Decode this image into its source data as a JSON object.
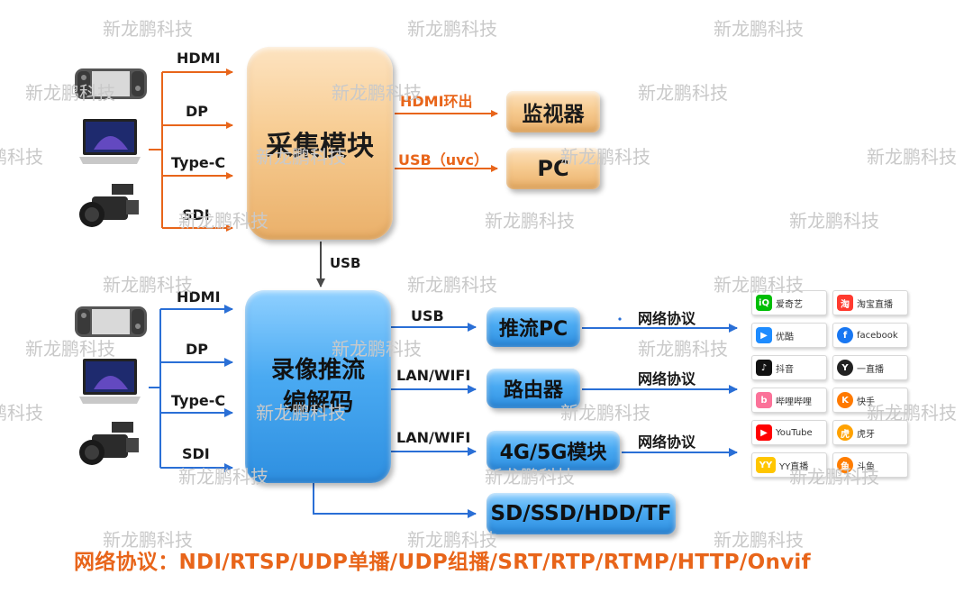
{
  "watermark_text": "新龙鹏科技",
  "top_section": {
    "inputs": [
      "HDMI",
      "DP",
      "Type-C",
      "SDI"
    ],
    "capture_module": "采集模块",
    "hdmi_loop_label": "HDMI环出",
    "usb_uvc_label": "USB（uvc）",
    "monitor": "监视器",
    "pc": "PC"
  },
  "link_label": "USB",
  "bottom_section": {
    "inputs": [
      "HDMI",
      "DP",
      "Type-C",
      "SDI"
    ],
    "codec_line1": "录像推流",
    "codec_line2": "编解码",
    "outputs": [
      {
        "link": "USB",
        "box": "推流PC",
        "protocol": "网络协议"
      },
      {
        "link": "LAN/WIFI",
        "box": "路由器",
        "protocol": "网络协议"
      },
      {
        "link": "LAN/WIFI",
        "box": "4G/5G模块",
        "protocol": "网络协议"
      }
    ],
    "storage": "SD/SSD/HDD/TF"
  },
  "platforms": [
    {
      "name": "爱奇艺",
      "icon": "iqiyi-icon",
      "color": "#00be06",
      "glyph": "iQ"
    },
    {
      "name": "淘宝直播",
      "icon": "taobao-live-icon",
      "color": "#ff3a2f",
      "glyph": "淘"
    },
    {
      "name": "优酷",
      "icon": "youku-icon",
      "color": "#1e8cff",
      "glyph": "▶"
    },
    {
      "name": "facebook",
      "icon": "facebook-icon",
      "color": "#1877f2",
      "glyph": "f"
    },
    {
      "name": "抖音",
      "icon": "douyin-icon",
      "color": "#111111",
      "glyph": "♪"
    },
    {
      "name": "一直播",
      "icon": "yizhibo-icon",
      "color": "#222222",
      "glyph": "Y"
    },
    {
      "name": "哔哩哔哩",
      "icon": "bilibili-icon",
      "color": "#fb7299",
      "glyph": "b"
    },
    {
      "name": "快手",
      "icon": "kuaishou-icon",
      "color": "#ff7a00",
      "glyph": "K"
    },
    {
      "name": "YouTube",
      "icon": "youtube-icon",
      "color": "#ff0000",
      "glyph": "▶"
    },
    {
      "name": "虎牙",
      "icon": "huya-icon",
      "color": "#ffa200",
      "glyph": "虎"
    },
    {
      "name": "YY直播",
      "icon": "yy-live-icon",
      "color": "#ffc600",
      "glyph": "YY"
    },
    {
      "name": "斗鱼",
      "icon": "douyu-icon",
      "color": "#ff7d00",
      "glyph": "鱼"
    }
  ],
  "footer": "网络协议：NDI/RTSP/UDP单播/UDP组播/SRT/RTP/RTMP/HTTP/Onvif",
  "colors": {
    "orange": "#e8651a",
    "blue": "#2a6fd6",
    "gray": "#4a4a4a"
  }
}
